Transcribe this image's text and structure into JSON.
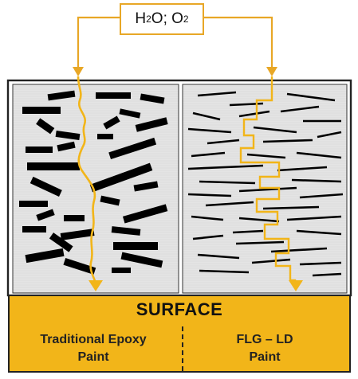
{
  "top_label": {
    "species": [
      "H",
      "2",
      "O; O",
      "2"
    ]
  },
  "surface": {
    "title": "SURFACE",
    "left_label_line1": "Traditional Epoxy",
    "left_label_line2": "Paint",
    "right_label_line1": "FLG – LD",
    "right_label_line2": "Paint"
  },
  "colors": {
    "accent": "#f2b519",
    "path": "#e8a726",
    "panel": "#e3e3e3",
    "flake": "#000000"
  }
}
